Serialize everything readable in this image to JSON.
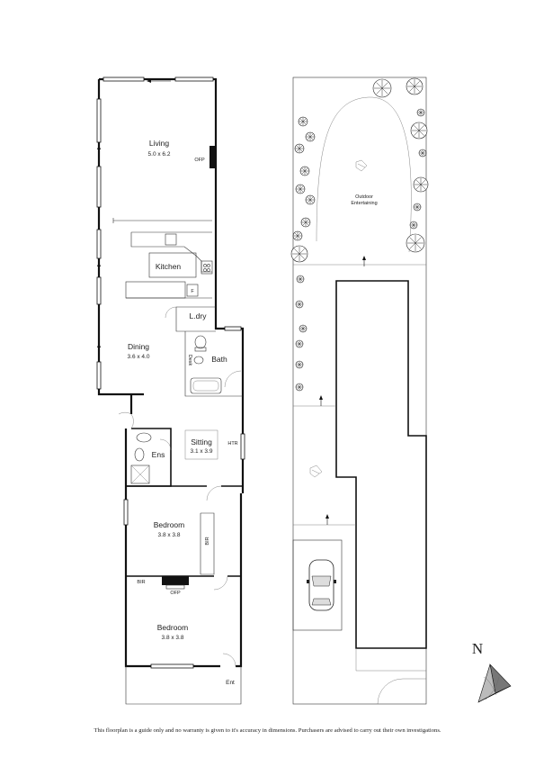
{
  "rooms": {
    "living": {
      "name": "Living",
      "dims": "5.0 x 6.2"
    },
    "kitchen": {
      "name": "Kitchen"
    },
    "laundry": {
      "name": "L.dry"
    },
    "dining": {
      "name": "Dining",
      "dims": "3.6 x 4.0"
    },
    "bath": {
      "name": "Bath"
    },
    "desk": {
      "name": "Desk"
    },
    "sitting": {
      "name": "Sitting",
      "dims": "3.1 x 3.9"
    },
    "ens": {
      "name": "Ens"
    },
    "bedroom1": {
      "name": "Bedroom",
      "dims": "3.8 x 3.8"
    },
    "bedroom2": {
      "name": "Bedroom",
      "dims": "3.8 x 3.8"
    },
    "outdoor": {
      "name": "Outdoor",
      "sub": "Entertaining"
    }
  },
  "labels": {
    "ofp": "OFP",
    "htr": "HTR",
    "bir": "BIR",
    "fridge": "F",
    "entry": "Ent",
    "north": "N"
  },
  "disclaimer": "This floorplan is a guide only and no warranty is given to it's accuracy in dimensions. Purchasers are advised to carry out their own investigations."
}
